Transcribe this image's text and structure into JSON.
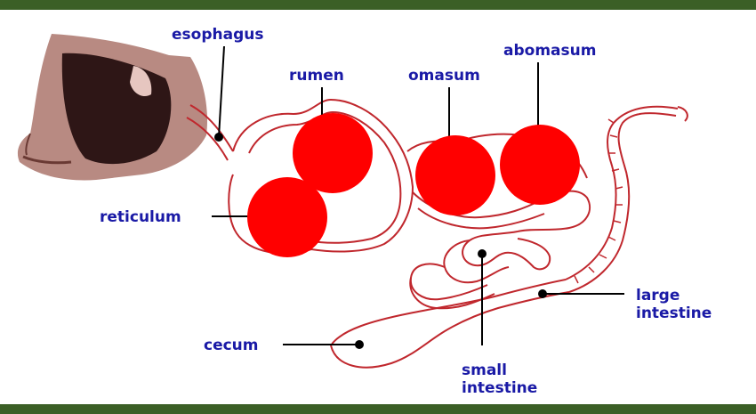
{
  "labels": {
    "esophagus": "esophagus",
    "rumen": "rumen",
    "omasum": "omasum",
    "abomasum": "abomasum",
    "reticulum": "reticulum",
    "large_line1": "large",
    "large_line2": "intestine",
    "cecum": "cecum",
    "small_line1": "small",
    "small_line2": "intestine"
  },
  "colors": {
    "frame_bar": "#3b5f26",
    "label_text": "#1a1aa6",
    "outline": "#c0272d",
    "marker": "#ff0000"
  }
}
